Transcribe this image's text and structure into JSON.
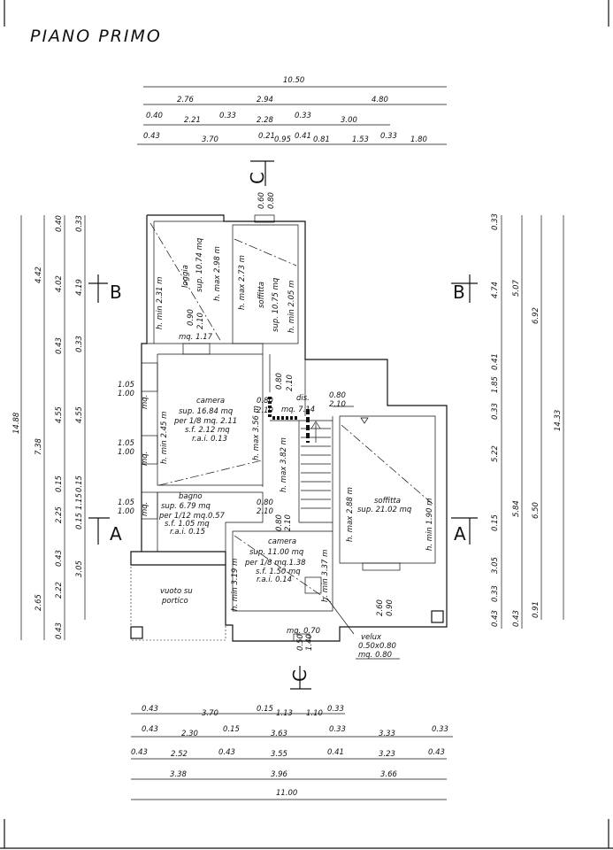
{
  "title": "PIANO PRIMO",
  "sections": {
    "a": "A",
    "b": "B",
    "c": "C"
  },
  "top_dims": {
    "row1": [
      "10.50"
    ],
    "row2": [
      "2.76",
      "2.94",
      "4.80"
    ],
    "row3": [
      "0.40",
      "2.21",
      "0.33",
      "2.28",
      "0.33",
      "3.00"
    ],
    "row4": [
      "0.43",
      "3.70",
      "0.21",
      "0.95",
      "0.41",
      "0.81",
      "1.53",
      "0.33",
      "1.80"
    ]
  },
  "bottom_dims": {
    "row1": [
      "0.43",
      "3.70",
      "0.15",
      "1.13",
      "1.10",
      "0.33"
    ],
    "row2": [
      "0.43",
      "2.30",
      "0.15",
      "3.63",
      "0.33",
      "3.33",
      "0.33"
    ],
    "row3": [
      "0.43",
      "2.52",
      "0.43",
      "3.55",
      "0.41",
      "3.23",
      "0.43"
    ],
    "row4": [
      "3.38",
      "3.96",
      "3.66"
    ],
    "row5": [
      "11.00"
    ]
  },
  "left_dims": {
    "col1": [
      "14.88"
    ],
    "col2": [
      "4.42",
      "7.38",
      "2.65"
    ],
    "col3": [
      "0.40",
      "4.02",
      "0.43",
      "4.55",
      "0.15",
      "2.25",
      "0.43",
      "2.22",
      "0.43"
    ],
    "col4": [
      "0.33",
      "4.19",
      "0.33",
      "4.55",
      "0.15",
      "1.15",
      "0.15",
      "3.05"
    ]
  },
  "right_dims": {
    "col1": [
      "0.33",
      "4.74",
      "0.41",
      "1.85",
      "0.33",
      "5.22",
      "0.15",
      "3.05",
      "0.33",
      "0.43"
    ],
    "col2": [
      "5.07",
      "5.84",
      "0.43"
    ],
    "col3": [
      "6.92",
      "6.50",
      "0.91"
    ],
    "col4": [
      "14.33"
    ]
  },
  "rooms": {
    "loggia": [
      "loggia",
      "sup. 10.74 mq",
      "h. max 2.98 m",
      "h. min 2.31 m"
    ],
    "soffitta_top": [
      "soffitta",
      "sup. 10.75 mq",
      "h. max 2.73 m",
      "h. min 2.05 m"
    ],
    "camera1": [
      "camera",
      "sup. 16.84 mq",
      "per 1/8 mq. 2.11",
      "s.f. 2.12 mq",
      "r.a.i. 0.13",
      "h. max 3.56 m",
      "h. min 2.45 m"
    ],
    "dis": [
      "dis.",
      "mq. 7.14",
      "h. max 3.82 m"
    ],
    "bagno": [
      "bagno",
      "sup. 6.79 mq",
      "per 1/12 mq.0.57",
      "s.f. 1.05 mq",
      "r.a.i. 0.15"
    ],
    "soffitta_right": [
      "soffitta",
      "sup. 21.02 mq",
      "h. max 2.88 m",
      "h. min 1.90 m"
    ],
    "camera2": [
      "camera",
      "sup. 11.00 mq",
      "per 1/8 mq.1.38",
      "s.f. 1.50 mq",
      "r.a.i. 0.14",
      "h. min 3.19 m",
      "h. min 3.37 m"
    ],
    "vuoto": [
      "vuoto su",
      "portico"
    ]
  },
  "openings": {
    "top_window": [
      "0.60",
      "0.80"
    ],
    "loggia_door": [
      "0.90",
      "2.10",
      "mq. 1.17"
    ],
    "dis_door_left": [
      "0.80",
      "2.10"
    ],
    "dis_door_top": [
      "0.80",
      "2.10"
    ],
    "dis_door_right": [
      "0.80",
      "2.10"
    ],
    "cam1_win1": [
      "1.05",
      "1.00",
      "mq."
    ],
    "cam1_win2": [
      "1.05",
      "1.00",
      "mq."
    ],
    "bagno_win": [
      "1.05",
      "1.00",
      "mq."
    ],
    "bagno_door": [
      "0.80",
      "2.10"
    ],
    "cam2_door": [
      "0.80",
      "2.10"
    ],
    "bottom_window": [
      "mq. 0.70",
      "0.50",
      "1.40"
    ],
    "right_window": [
      "2.60",
      "0.90"
    ],
    "velux": [
      "velux",
      "0.50x0.80",
      "mq. 0.80"
    ]
  }
}
